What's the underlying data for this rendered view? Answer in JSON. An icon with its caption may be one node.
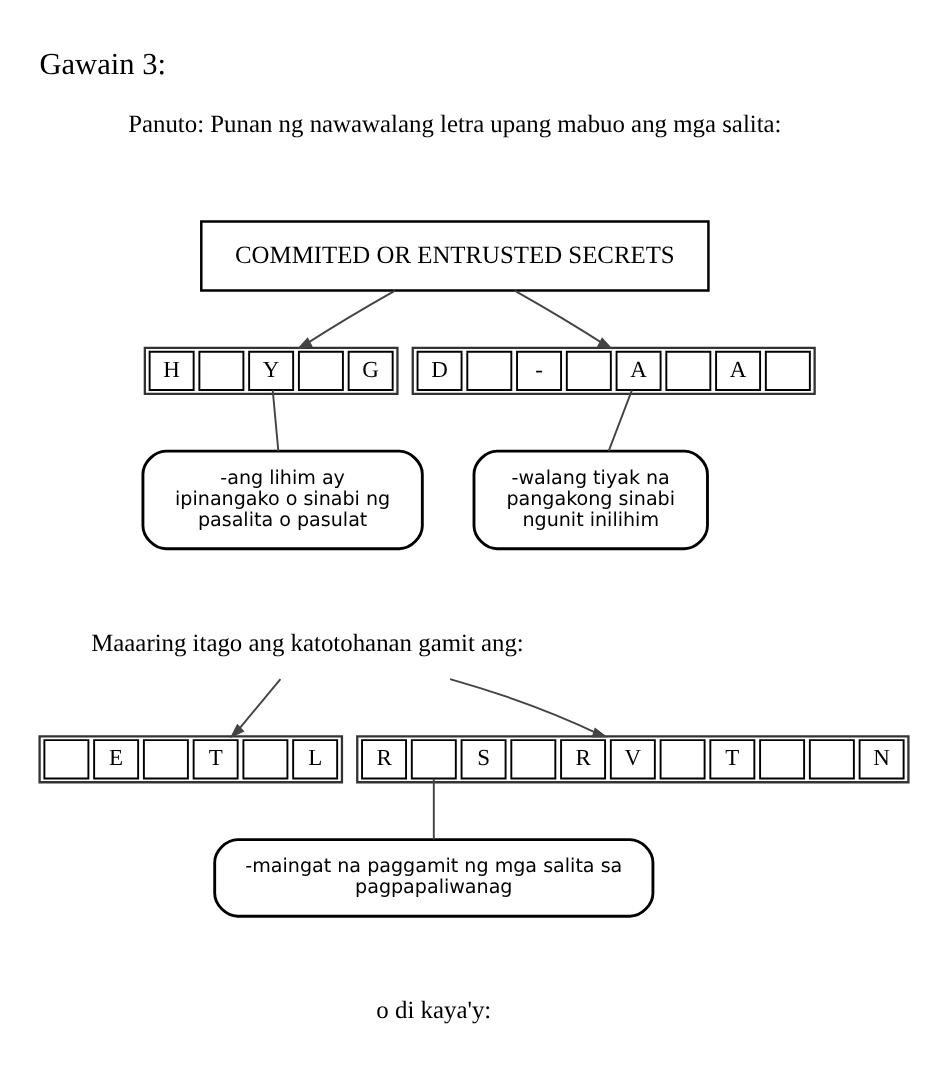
{
  "diagram": {
    "title": "Gawain 3:",
    "nodes": [
      {
        "text": [
          "COMMITED OR ENTRUSTED SECRETS"
        ]
      },
      {
        "text": [],
        "shape": "box"
      },
      {
        "text": [
          "H"
        ],
        "in": 1
      },
      {
        "text": [],
        "shape": "box",
        "in": 1
      },
      {
        "text": [
          "Y"
        ],
        "in": 1
      },
      {
        "text": [],
        "shape": "box",
        "in": 1
      },
      {
        "text": [
          "G"
        ],
        "in": 1
      },
      {
        "text": [],
        "shape": "box"
      },
      {
        "text": [
          "D"
        ],
        "in": 7
      },
      {
        "text": [],
        "shape": "box",
        "in": 7
      },
      {
        "text": [
          "-"
        ],
        "in": 7
      },
      {
        "text": [],
        "shape": "box",
        "in": 7
      },
      {
        "text": [
          "A"
        ],
        "in": 7
      },
      {
        "text": [],
        "shape": "box",
        "in": 7
      },
      {
        "text": [
          "A"
        ],
        "in": 7
      },
      {
        "text": [],
        "shape": "box",
        "in": 7
      },
      {
        "text": [
          "-ang lihim ay ipinangako o sinabi ng pasalita o pasulat"
        ]
      },
      {
        "text": [
          "-walang tiyak na pangakong sinabi ngunit inilihim"
        ]
      },
      {
        "text": [
          "Maaaring itago ang katotohanan gamit ang:"
        ]
      },
      {
        "text": [],
        "shape": "box"
      },
      {
        "text": [],
        "shape": "box",
        "in": 19
      },
      {
        "text": [
          "E"
        ],
        "in": 19
      },
      {
        "text": [],
        "shape": "box",
        "in": 19
      },
      {
        "text": [
          "T"
        ],
        "in": 19
      },
      {
        "text": [],
        "shape": "box",
        "in": 19
      },
      {
        "text": [
          "L"
        ],
        "in": 19
      },
      {
        "text": [],
        "shape": "box"
      },
      {
        "text": [
          "R"
        ],
        "in": 26
      },
      {
        "text": [],
        "shape": "box",
        "in": 26
      },
      {
        "text": [
          "S"
        ],
        "in": 26
      },
      {
        "text": [],
        "shape": "box",
        "in": 26
      },
      {
        "text": [
          "R"
        ],
        "in": 26
      },
      {
        "text": [
          "V"
        ],
        "in": 26
      },
      {
        "text": [],
        "shape": "box",
        "in": 26
      },
      {
        "text": [
          "T"
        ],
        "in": 26
      },
      {
        "text": [],
        "shape": "box",
        "in": 26
      },
      {
        "text": [],
        "shape": "box",
        "in": 26
      },
      {
        "text": [
          "N"
        ],
        "in": 26
      },
      {
        "text": [
          "-maingat na paggamit ng mga salita sa pagpapaliwanag"
        ]
      }
    ],
    "edges": [
      {
        "from": 0,
        "to": 1,
        "arrow": "to"
      },
      {
        "from": 0,
        "to": 7,
        "arrow": "to"
      },
      {
        "from": 4,
        "to": 16,
        "arrow": "none"
      },
      {
        "from": 12,
        "to": 17,
        "arrow": "none"
      },
      {
        "from": 18,
        "to": 19,
        "arrow": "to"
      },
      {
        "from": 18,
        "to": 26,
        "arrow": "to"
      },
      {
        "from": 28,
        "to": 38,
        "arrow": "none"
      }
    ],
    "labels": [
      "Panuto: Punan ng nawawalang letra upang mabuo ang mga salita:",
      "o di kaya'y:"
    ]
  }
}
